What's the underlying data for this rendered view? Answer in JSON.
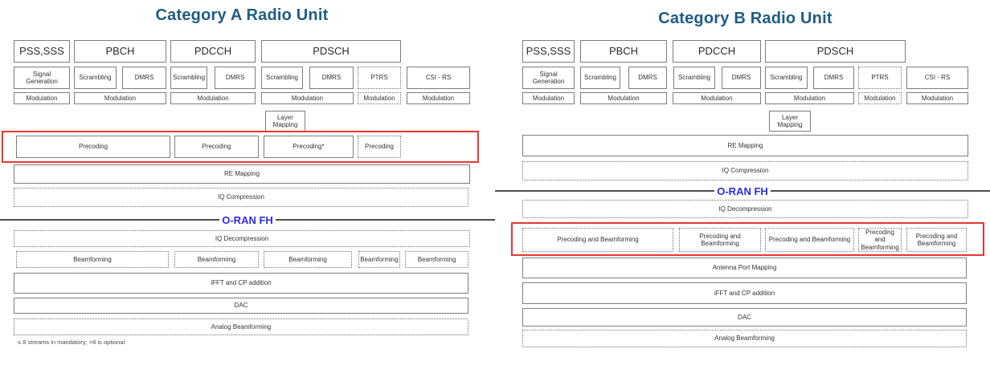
{
  "colors": {
    "title_blue": "#1e5c85",
    "oran_fh_blue": "#2b2be0",
    "highlight_red": "#e8382f"
  },
  "diagram_a": {
    "title": "Category A Radio Unit",
    "channels": [
      "PSS,SSS",
      "PBCH",
      "PDCCH",
      "PDSCH"
    ],
    "signal_row": [
      "Signal Generation",
      "Scrambling",
      "DMRS",
      "Scrambling",
      "DMRS",
      "Scrambling",
      "DMRS",
      "PTRS",
      "CSI - RS"
    ],
    "modulation_row": [
      "Modulation",
      "Modulation",
      "Modulation",
      "Modulation",
      "Modulation",
      "Modulation"
    ],
    "layer_mapping": "Layer Mapping",
    "precoding_row": [
      "Precoding",
      "Precoding",
      "Precoding*",
      "Precoding"
    ],
    "re_mapping": "RE Mapping",
    "iq_compression": "IQ Compression",
    "oran_fh": "O-RAN FH",
    "iq_decompression": "IQ Decompression",
    "beamforming_row": [
      "Beamforming",
      "Beamforming",
      "Beamforming",
      "Beamforming",
      "Beamforming"
    ],
    "ifft": "iFFT and CP addition",
    "dac": "DAC",
    "analog_beamforming": "Analog Beamforming",
    "footnote": "≤ 8  streams in mandatory; >8 is optional"
  },
  "diagram_b": {
    "title": "Category B Radio Unit",
    "channels": [
      "PSS,SSS",
      "PBCH",
      "PDCCH",
      "PDSCH"
    ],
    "signal_row": [
      "Signal Generation",
      "Scrambling",
      "DMRS",
      "Scrambling",
      "DMRS",
      "Scrambling",
      "DMRS",
      "PTRS",
      "CSI - RS"
    ],
    "modulation_row": [
      "Modulation",
      "Modulation",
      "Modulation",
      "Modulation",
      "Modulation",
      "Modulation"
    ],
    "layer_mapping": "Layer Mapping",
    "re_mapping": "RE Mapping",
    "iq_compression": "IQ Compression",
    "oran_fh": "O-RAN FH",
    "iq_decompression": "IQ Decompression",
    "precoding_beamforming_row": [
      "Precoding and Beamforming",
      "Precoding and Beamforming",
      "Precoding and Beamforming",
      "Precoding and Beamforming",
      "Precoding and Beamforming"
    ],
    "antenna_port_mapping": "Antenna Port Mapping",
    "ifft": "iFFT and CP addition",
    "dac": "DAC",
    "analog_beamforming": "Analog Beamforming"
  }
}
